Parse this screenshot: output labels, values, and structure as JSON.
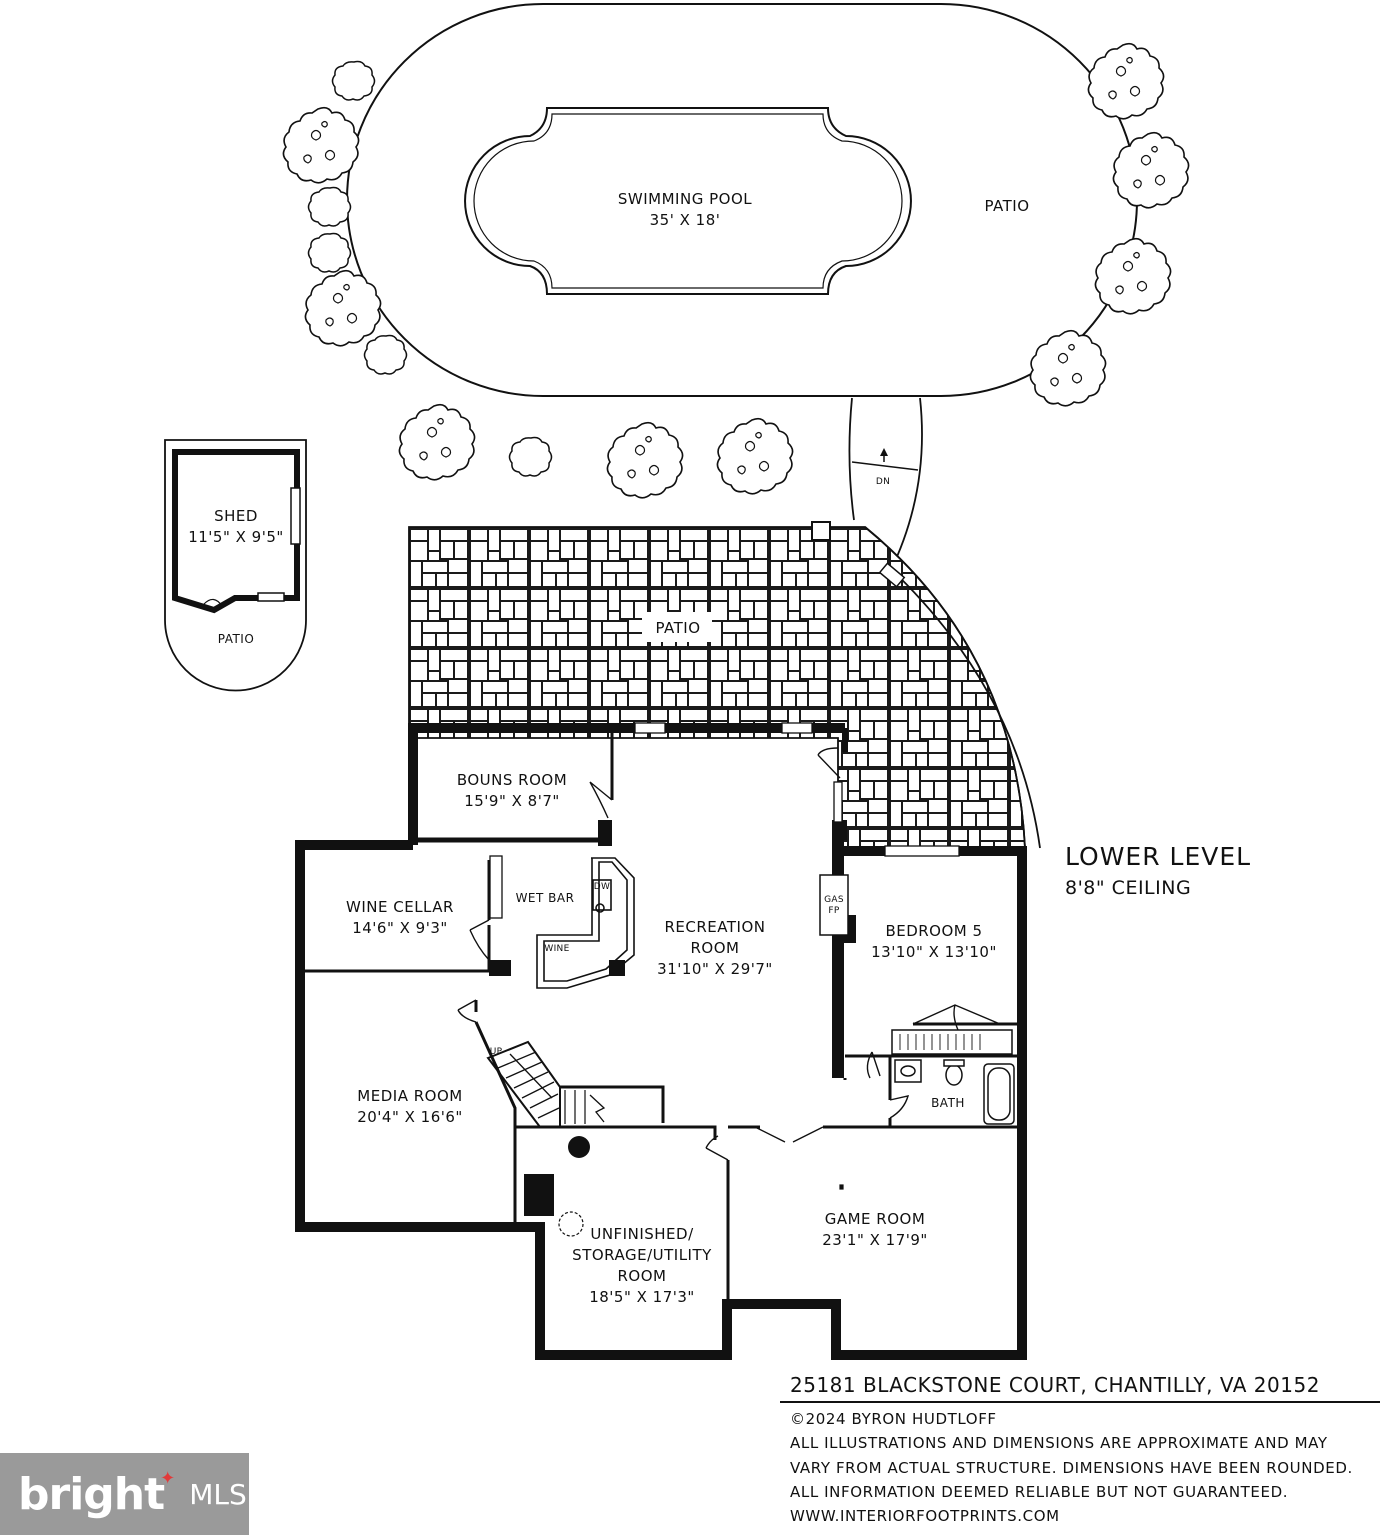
{
  "level": {
    "title": "LOWER LEVEL",
    "ceiling": "8'8\" CEILING"
  },
  "rooms": {
    "pool": {
      "name": "SWIMMING POOL",
      "dims": "35' X 18'"
    },
    "pool_patio": "PATIO",
    "shed": {
      "name": "SHED",
      "dims": "11'5\" X 9'5\""
    },
    "shed_patio": "PATIO",
    "main_patio": "PATIO",
    "bonus": {
      "name": "BOUNS ROOM",
      "dims": "15'9\" X 8'7\""
    },
    "wine_cellar": {
      "name": "WINE CELLAR",
      "dims": "14'6\" X 9'3\""
    },
    "wet_bar": "WET BAR",
    "dw": "DW",
    "wine": "WINE",
    "recreation": {
      "name": "RECREATION",
      "name2": "ROOM",
      "dims": "31'10\" X 29'7\""
    },
    "gas_fp": {
      "line1": "GAS",
      "line2": "FP"
    },
    "bedroom5": {
      "name": "BEDROOM 5",
      "dims": "13'10\" X 13'10\""
    },
    "bath": "BATH",
    "media": {
      "name": "MEDIA ROOM",
      "dims": "20'4\" X 16'6\""
    },
    "up": "UP",
    "dn": "DN",
    "unfinished": {
      "line1": "UNFINISHED/",
      "line2": "STORAGE/UTILITY",
      "line3": "ROOM",
      "dims": "18'5\" X 17'3\""
    },
    "game": {
      "name": "GAME ROOM",
      "dims": "23'1\" X 17'9\""
    }
  },
  "footer": {
    "address": "25181 BLACKSTONE COURT, CHANTILLY, VA 20152",
    "copyright": "©2024 BYRON HUDTLOFF",
    "disclaimer1": "ALL ILLUSTRATIONS AND DIMENSIONS ARE APPROXIMATE AND MAY",
    "disclaimer2": "VARY FROM ACTUAL STRUCTURE. DIMENSIONS HAVE BEEN ROUNDED.",
    "disclaimer3": "ALL INFORMATION DEEMED RELIABLE BUT NOT GUARANTEED.",
    "website": "WWW.INTERIORFOOTPRINTS.COM"
  },
  "logo": {
    "brand": "bright",
    "suffix": "MLS"
  }
}
